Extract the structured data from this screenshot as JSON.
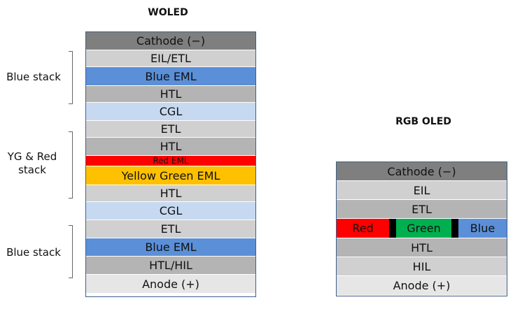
{
  "woled": {
    "title": "WOLED",
    "layers": [
      {
        "label": "Cathode (−)",
        "color": "#7f7f7f"
      },
      {
        "label": "EIL/ETL",
        "color": "#d0d0d0"
      },
      {
        "label": "Blue EML",
        "color": "#5b8fd8"
      },
      {
        "label": "HTL",
        "color": "#b4b4b4"
      },
      {
        "label": "CGL",
        "color": "#c6d9f1"
      },
      {
        "label": "ETL",
        "color": "#d0d0d0"
      },
      {
        "label": "HTL",
        "color": "#b4b4b4"
      },
      {
        "label": "Red EML",
        "color": "#ff0000"
      },
      {
        "label": "Yellow Green EML",
        "color": "#ffc000"
      },
      {
        "label": "HTL",
        "color": "#d0d0d0"
      },
      {
        "label": "CGL",
        "color": "#c6d9f1"
      },
      {
        "label": "ETL",
        "color": "#d0d0d0"
      },
      {
        "label": "Blue EML",
        "color": "#5b8fd8"
      },
      {
        "label": "HTL/HIL",
        "color": "#b4b4b4"
      },
      {
        "label": "Anode (+)",
        "color": "#e6e6e6"
      }
    ],
    "groups": [
      {
        "label": "Blue stack"
      },
      {
        "label": "YG & Red stack"
      },
      {
        "label": "Blue stack"
      }
    ]
  },
  "rgb_oled": {
    "title": "RGB OLED",
    "layers": [
      {
        "label": "Cathode (−)",
        "color": "#7f7f7f"
      },
      {
        "label": "EIL",
        "color": "#d0d0d0"
      },
      {
        "label": "ETL",
        "color": "#b4b4b4"
      },
      {
        "label": "HTL",
        "color": "#b4b4b4"
      },
      {
        "label": "HIL",
        "color": "#d0d0d0"
      },
      {
        "label": "Anode (+)",
        "color": "#e6e6e6"
      }
    ],
    "emission": {
      "red": {
        "label": "Red",
        "color": "#ff0000"
      },
      "green": {
        "label": "Green",
        "color": "#00b050"
      },
      "blue": {
        "label": "Blue",
        "color": "#5b8fd8"
      }
    }
  }
}
